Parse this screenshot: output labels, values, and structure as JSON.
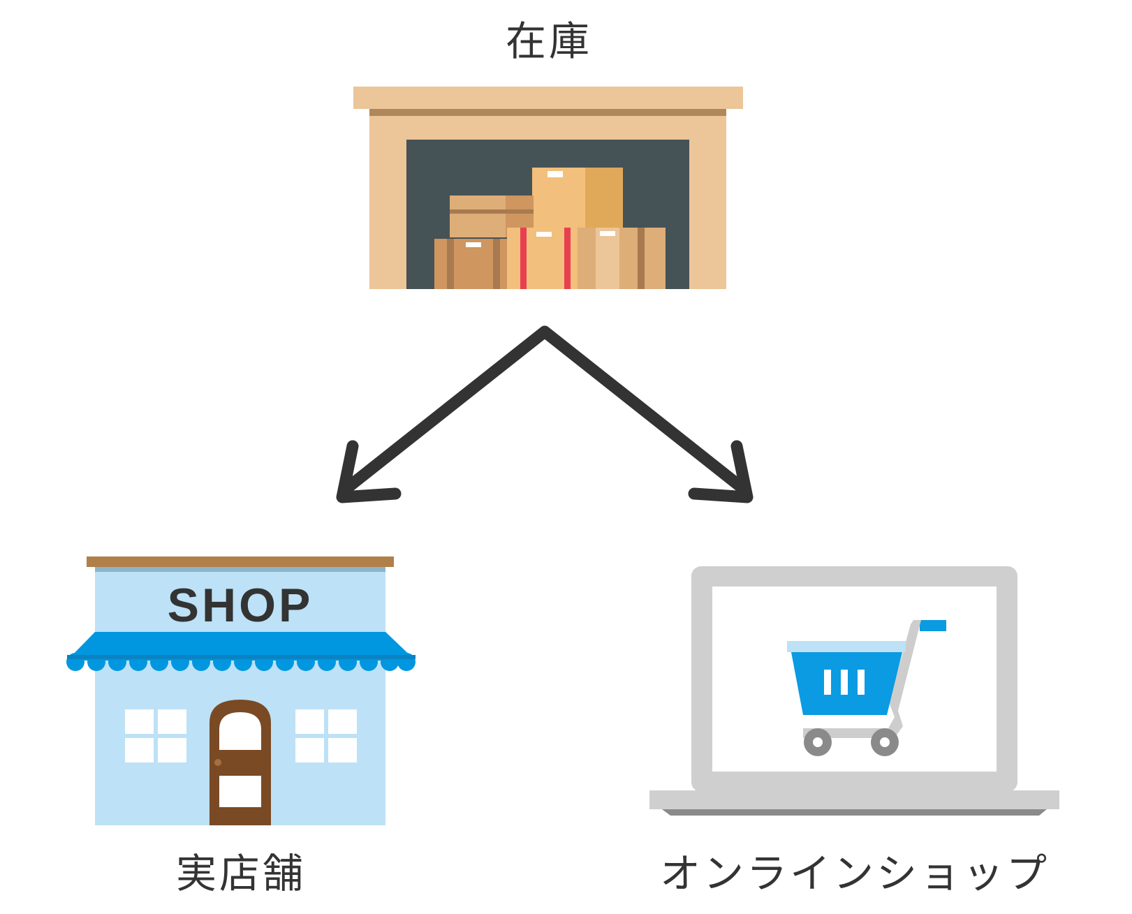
{
  "labels": {
    "inventory": "在庫",
    "store": "実店舗",
    "online": "オンラインショップ"
  },
  "shop_sign": "SHOP",
  "colors": {
    "text": "#333333",
    "arrow": "#333333",
    "warehouse_wall": "#ecc598",
    "warehouse_trim": "#b0875a",
    "warehouse_interior": "#455256",
    "box_tan": "#f2bf7c",
    "box_brown": "#cf9660",
    "box_dark": "#a87a50",
    "tape_red": "#e84050",
    "shop_wall": "#bde1f6",
    "shop_roof": "#b08048",
    "awning": "#0097e0",
    "door": "#7a4a24",
    "laptop": "#cfcfcf",
    "laptop_base_shadow": "#999999",
    "cart_blue": "#0a9be2",
    "cart_light": "#bde1f6",
    "cart_gray": "#cdcdcd",
    "wheel": "#8a8a8a"
  },
  "icons": [
    "warehouse-icon",
    "arrow-left-down-icon",
    "arrow-right-down-icon",
    "shop-icon",
    "laptop-icon",
    "shopping-cart-icon"
  ]
}
